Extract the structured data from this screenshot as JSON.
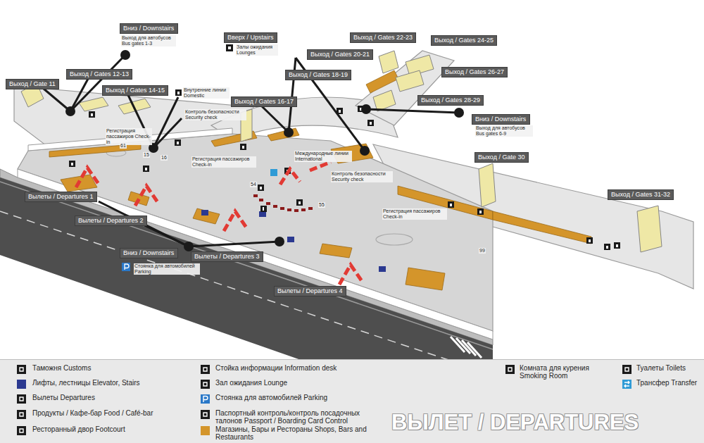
{
  "diagram": {
    "title": "ВЫЛЕТ / DEPARTURES",
    "nodes": [
      {
        "text": [
          "Вниз / Downstairs"
        ]
      },
      {
        "text": [
          "Вверх / Upstairs"
        ]
      },
      {
        "text": [
          "Выход / Gates 22-23"
        ]
      },
      {
        "text": [
          "Выход / Gates 24-25"
        ]
      },
      {
        "text": [
          "Выход / Gates 20-21"
        ]
      },
      {
        "text": [
          "Выход / Gate 11"
        ]
      },
      {
        "text": [
          "Выход / Gates 12-13"
        ]
      },
      {
        "text": [
          "Выход / Gates 18-19"
        ]
      },
      {
        "text": [
          "Выход / Gates 26-27"
        ]
      },
      {
        "text": [
          "Выход / Gates 14-15"
        ]
      },
      {
        "text": [
          "Выход / Gates 16-17"
        ]
      },
      {
        "text": [
          "Выход / Gates 28-29"
        ]
      },
      {
        "text": [
          "Вниз / Downstairs"
        ]
      },
      {
        "text": [
          "Выход / Gate 30"
        ]
      },
      {
        "text": [
          "Выход / Gates 31-32"
        ]
      },
      {
        "text": [
          "Вылеты / Departures 1"
        ]
      },
      {
        "text": [
          "Вылеты / Departures 2"
        ]
      },
      {
        "text": [
          "Вниз / Downstairs"
        ]
      },
      {
        "text": [
          "Вылеты / Departures 3"
        ]
      },
      {
        "text": [
          "Вылеты / Departures 4"
        ]
      }
    ],
    "labels": [
      "Выход для автобусов Bus gates 1-3",
      "Залы ожидания Lounges",
      "Внутренние линии Domestic",
      "Контроль безопасности Security check",
      "Регистрация пассажиров Check-in",
      "61",
      "15",
      "16",
      "Регистрация пассажиров Check-in",
      "Международные линии International",
      "Контроль безопасности Security check",
      "54",
      "55",
      "Регистрация пассажиров Check-in",
      "99",
      "Выход для автобусов Bus gates 6-9",
      "Стоянка для автомобилей Parking"
    ],
    "legend": [
      {
        "text": "Таможня Customs"
      },
      {
        "text": "Лифты, лестницы Elevator, Stairs",
        "color": "#2b3990"
      },
      {
        "text": "Вылеты Departures"
      },
      {
        "text": "Продукты / Кафе-бар Food / Café-bar"
      },
      {
        "text": "Ресторанный двор Footcourt"
      },
      {
        "text": "Стойка информации Information desk"
      },
      {
        "text": "Зал ожидания Lounge"
      },
      {
        "text": "Стоянка для автомобилей Parking"
      },
      {
        "text": "Паспортный контроль/контроль посадочных талонов Passport / Boarding Card Control"
      },
      {
        "text": "Магазины, Бары и Рестораны Shops, Bars and Restaurants",
        "color": "#d4952b"
      },
      {
        "text": "Комната для курения Smoking Room"
      },
      {
        "text": "Туалеты Toilets"
      },
      {
        "text": "Трансфер Transfer"
      }
    ]
  }
}
